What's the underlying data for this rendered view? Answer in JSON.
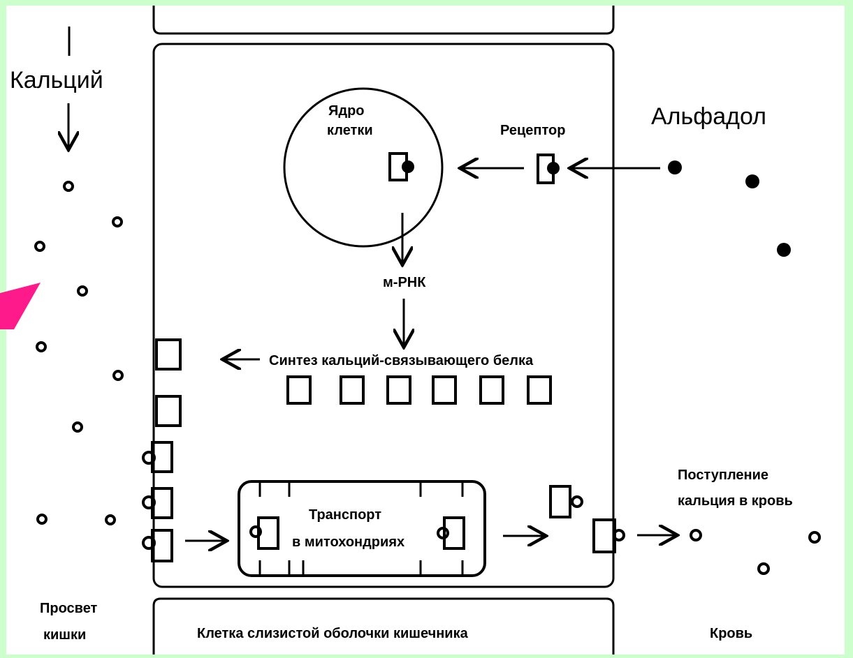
{
  "colors": {
    "background": "#ccffcc",
    "canvas": "#ffffff",
    "ink": "#000000",
    "pointer": "#ff1a8c"
  },
  "labels": {
    "calcium": "Кальций",
    "alfadol": "Альфадол",
    "nucleus_line1": "Ядро",
    "nucleus_line2": "клетки",
    "receptor": "Рецептор",
    "mrna": "м-РНК",
    "synthesis": "Синтез кальций-связывающего белка",
    "transport_line1": "Транспорт",
    "transport_line2": "в митохондриях",
    "entry_line1": "Поступление",
    "entry_line2": "кальция в кровь",
    "lumen_line1": "Просвет",
    "lumen_line2": "кишки",
    "cell": "Клетка слизистой оболочки кишечника",
    "blood": "Кровь"
  },
  "icons": {
    "pointer": "pink-triangle-pointer-icon"
  }
}
